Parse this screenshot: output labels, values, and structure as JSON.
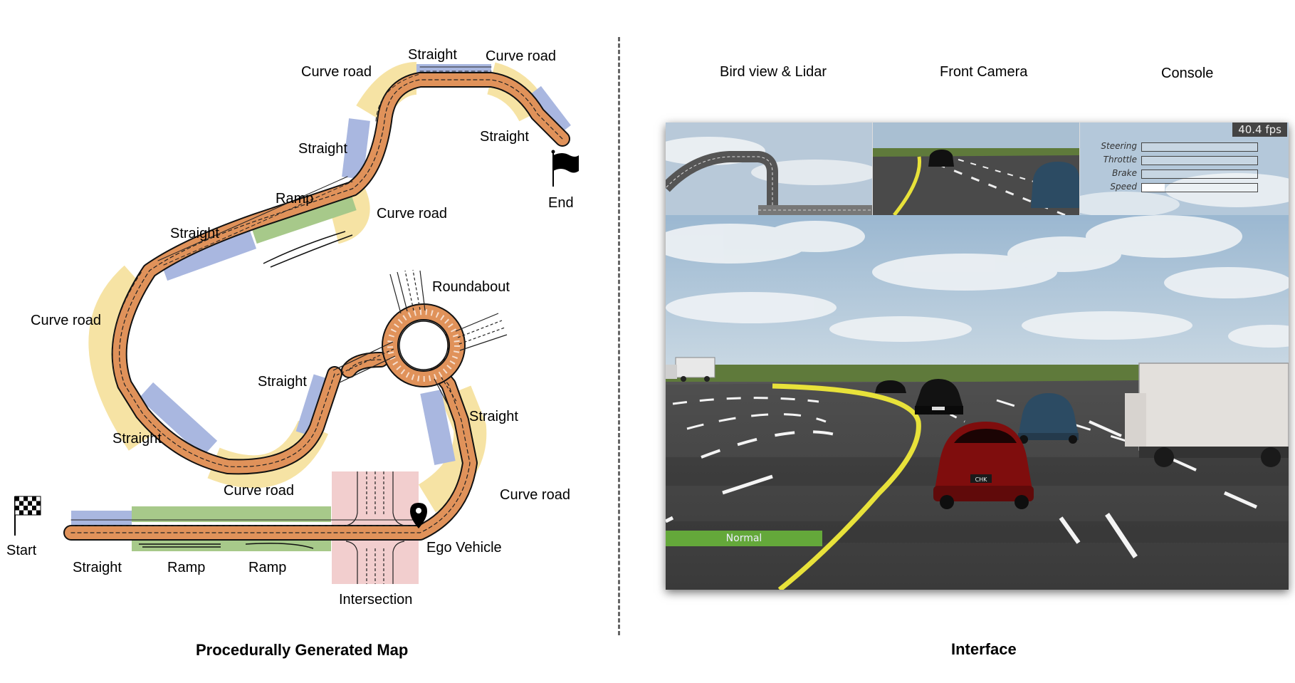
{
  "map": {
    "caption": "Procedurally Generated Map",
    "labels": {
      "curve_road_1": "Curve road",
      "straight_top": "Straight",
      "curve_road_2": "Curve road",
      "straight_1": "Straight",
      "straight_2": "Straight",
      "ramp_1": "Ramp",
      "curve_road_3": "Curve road",
      "straight_3": "Straight",
      "roundabout": "Roundabout",
      "curve_road_4": "Curve road",
      "straight_4": "Straight",
      "straight_5": "Straight",
      "straight_6": "Straight",
      "curve_road_5": "Curve road",
      "curve_road_6": "Curve road",
      "start": "Start",
      "straight_7": "Straight",
      "ramp_2": "Ramp",
      "ramp_3": "Ramp",
      "intersection": "Intersection",
      "ego_vehicle": "Ego Vehicle",
      "end": "End"
    },
    "colors": {
      "route": "#e0925a",
      "straight": "#a9b7e0",
      "curve": "#f6e3a4",
      "ramp": "#a7c98a",
      "intersection": "#f0c6c6"
    }
  },
  "interface": {
    "caption": "Interface",
    "panels": [
      "Bird view & Lidar",
      "Front Camera",
      "Console"
    ],
    "fps": "40.4 fps",
    "console": [
      {
        "label": "Steering",
        "value": 0
      },
      {
        "label": "Throttle",
        "value": 0
      },
      {
        "label": "Brake",
        "value": 0
      },
      {
        "label": "Speed",
        "value": 0.2
      }
    ],
    "plate": "CHK",
    "status": "Normal"
  }
}
